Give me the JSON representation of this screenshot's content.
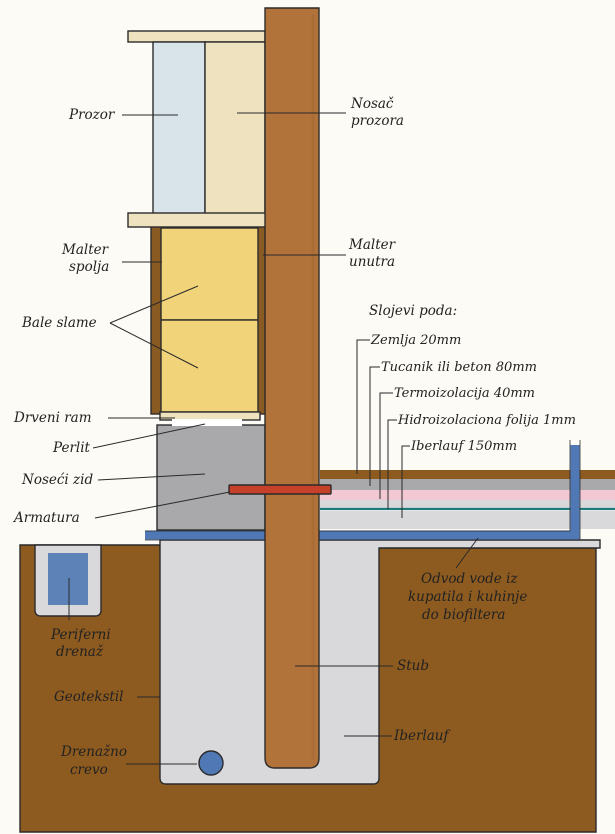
{
  "colors": {
    "soil": "#8d5a1f",
    "soil_dark": "#7a4c18",
    "gravel": "#d9d9dc",
    "gravel_block": "#cfd0d4",
    "post": "#b2733a",
    "post_dark": "#9d6230",
    "straw": "#f1d47a",
    "plaster": "#8a5a23",
    "window_glass": "#d8e4ea",
    "window_frame": "#efe2bf",
    "wall_grey": "#a9a8ab",
    "drain_blue": "#4f78b4",
    "rebar": "#c7402a",
    "pink_layer": "#f1c8d3",
    "teal_layer": "#1f7a7c",
    "white": "#ffffff"
  },
  "labels": {
    "left": {
      "prozor": "Prozor",
      "malter_spolja_1": "Malter",
      "malter_spolja_2": "spolja",
      "bale_slame": "Bale slame",
      "drveni_ram": "Drveni ram",
      "perlit": "Perlit",
      "noseci_zid": "Noseći zid",
      "armatura": "Armatura",
      "periferni_1": "Periferni",
      "periferni_2": "drenaž",
      "geotekstil": "Geotekstil",
      "drenazno_1": "Drenažno",
      "drenazno_2": "crevo"
    },
    "right": {
      "nosac_1": "Nosač",
      "nosac_2": "prozora",
      "malter_unutra_1": "Malter",
      "malter_unutra_2": "unutra",
      "slojevi": "Slojevi poda:",
      "zemlja": "Zemlja 20mm",
      "tucanik": "Tucanik ili beton 80mm",
      "termo": "Termoizolacija 40mm",
      "hidro": "Hidroizolaciona folija 1mm",
      "iberlauf_layer": "Iberlauf 150mm",
      "odvod_1": "Odvod vode iz",
      "odvod_2": "kupatila i kuhinje",
      "odvod_3": "do biofiltera",
      "stub": "Stub",
      "iberlauf": "Iberlauf"
    }
  }
}
